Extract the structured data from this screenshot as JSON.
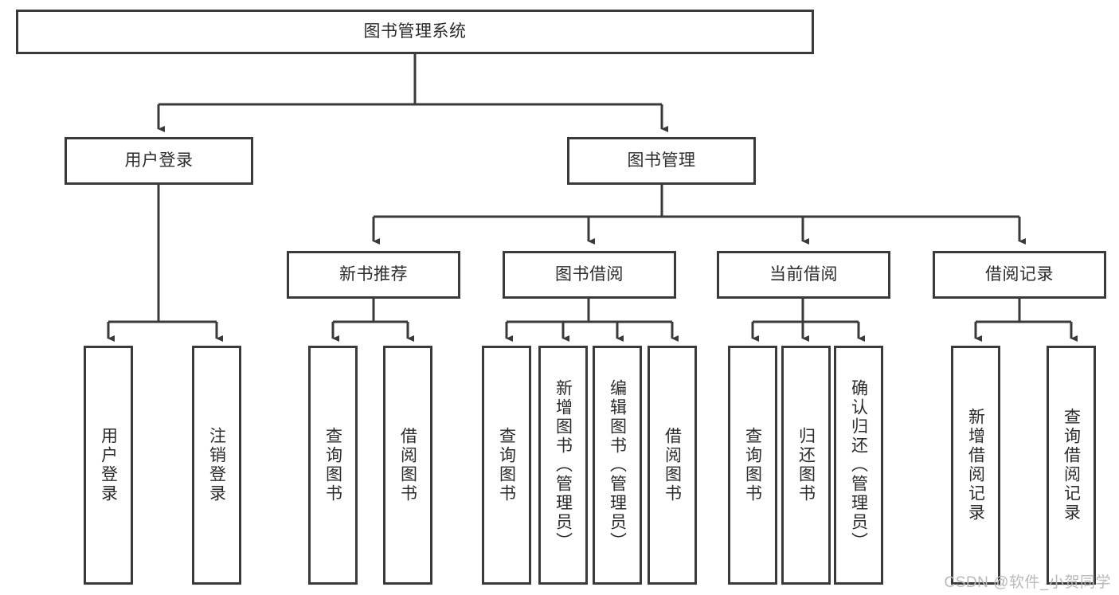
{
  "diagram": {
    "title": "图书管理系统",
    "type": "tree-hierarchy-chart",
    "root": {
      "label": "图书管理系统"
    },
    "level1": [
      {
        "label": "用户登录"
      },
      {
        "label": "图书管理"
      }
    ],
    "level2": [
      {
        "label": "新书推荐"
      },
      {
        "label": "图书借阅"
      },
      {
        "label": "当前借阅"
      },
      {
        "label": "借阅记录"
      }
    ],
    "leaves": {
      "user_login": [
        {
          "label": "用户登录"
        },
        {
          "label": "注销登录"
        }
      ],
      "new_book_recommend": [
        {
          "label": "查询图书"
        },
        {
          "label": "借阅图书"
        }
      ],
      "book_borrow": [
        {
          "label": "查询图书"
        },
        {
          "label": "新增图书（管理员）"
        },
        {
          "label": "编辑图书（管理员）"
        },
        {
          "label": "借阅图书"
        }
      ],
      "current_borrow": [
        {
          "label": "查询图书"
        },
        {
          "label": "归还图书"
        },
        {
          "label": "确认归还（管理员）"
        }
      ],
      "borrow_record": [
        {
          "label": "新增借阅记录"
        },
        {
          "label": "查询借阅记录"
        }
      ]
    }
  },
  "watermark": {
    "text": "CSDN @软件_小贺同学"
  },
  "colors": {
    "stroke": "#3a3a3a",
    "text": "#2b2b2b",
    "background": "#ffffff",
    "watermark": "#b9b9b9"
  }
}
